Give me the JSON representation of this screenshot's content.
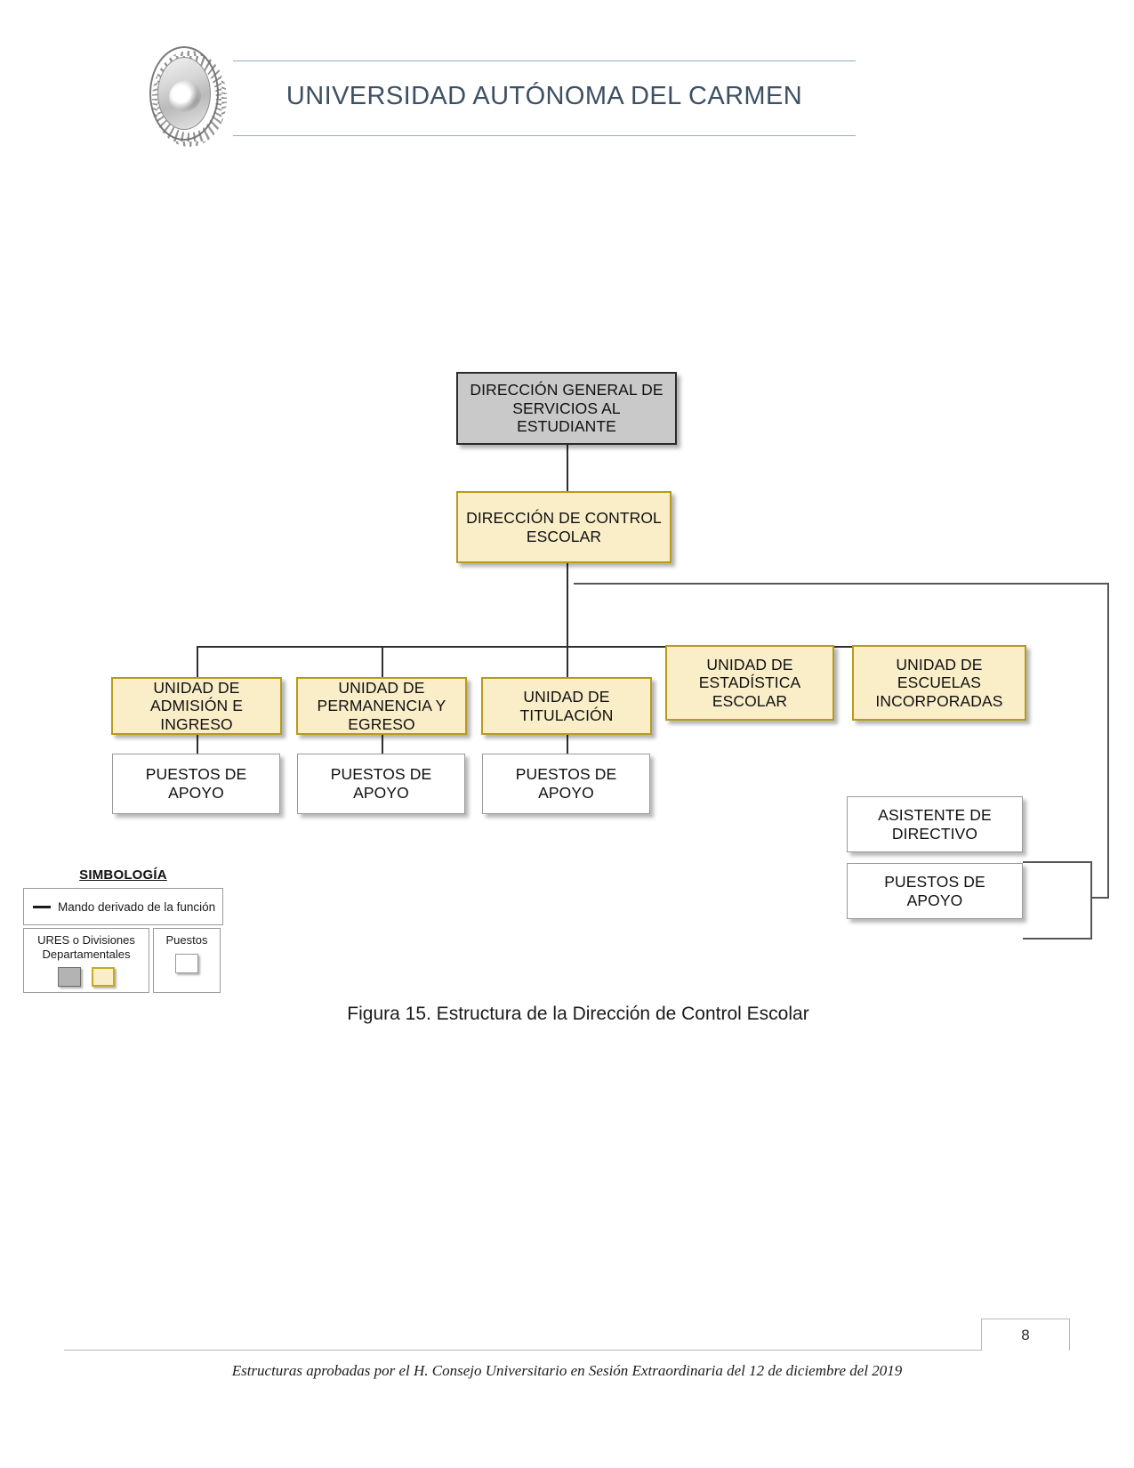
{
  "header": {
    "title": "UNIVERSIDAD AUTÓNOMA DEL CARMEN",
    "seal_icon": "university-seal-icon"
  },
  "chart_data": {
    "type": "diagram",
    "title": "Figura 15. Estructura de la Dirección de Control Escolar",
    "nodes": [
      {
        "id": "dgse",
        "label": "DIRECCIÓN GENERAL DE SERVICIOS AL ESTUDIANTE",
        "style": "gray",
        "level": 0
      },
      {
        "id": "dce",
        "label": "DIRECCIÓN DE CONTROL ESCOLAR",
        "style": "cream",
        "level": 1
      },
      {
        "id": "admision",
        "label": "UNIDAD DE ADMISIÓN E INGRESO",
        "style": "cream",
        "level": 2
      },
      {
        "id": "permanencia",
        "label": "UNIDAD DE PERMANENCIA Y EGRESO",
        "style": "cream",
        "level": 2
      },
      {
        "id": "titulacion",
        "label": "UNIDAD DE TITULACIÓN",
        "style": "cream",
        "level": 2
      },
      {
        "id": "estadistica",
        "label": "UNIDAD DE ESTADÍSTICA ESCOLAR",
        "style": "cream",
        "level": 2
      },
      {
        "id": "escuelas",
        "label": "UNIDAD DE ESCUELAS INCORPORADAS",
        "style": "cream",
        "level": 2
      },
      {
        "id": "apoyo1",
        "label": "PUESTOS DE APOYO",
        "style": "white",
        "level": 3
      },
      {
        "id": "apoyo2",
        "label": "PUESTOS DE APOYO",
        "style": "white",
        "level": 3
      },
      {
        "id": "apoyo3",
        "label": "PUESTOS DE APOYO",
        "style": "white",
        "level": 3
      },
      {
        "id": "asistente",
        "label": "ASISTENTE DE DIRECTIVO",
        "style": "white",
        "level": 3
      },
      {
        "id": "apoyo4",
        "label": "PUESTOS DE APOYO",
        "style": "white",
        "level": 3
      }
    ],
    "edges": [
      {
        "from": "dgse",
        "to": "dce"
      },
      {
        "from": "dce",
        "to": "admision"
      },
      {
        "from": "dce",
        "to": "permanencia"
      },
      {
        "from": "dce",
        "to": "titulacion"
      },
      {
        "from": "dce",
        "to": "estadistica"
      },
      {
        "from": "dce",
        "to": "escuelas"
      },
      {
        "from": "admision",
        "to": "apoyo1"
      },
      {
        "from": "permanencia",
        "to": "apoyo2"
      },
      {
        "from": "titulacion",
        "to": "apoyo3"
      },
      {
        "from": "dce",
        "to": "asistente"
      },
      {
        "from": "asistente",
        "to": "apoyo4"
      }
    ],
    "colors": {
      "gray_node_fill": "#c9c9c9",
      "gray_node_border": "#2b2b2b",
      "cream_node_fill": "#faeec8",
      "cream_node_border": "#b79a1e",
      "white_node_fill": "#ffffff",
      "white_node_border": "#9a9a9a",
      "connector": "#2f2f2f",
      "header_accent": "#8fafc6",
      "header_title": "#3d5063"
    }
  },
  "nodes": {
    "dgse": {
      "line1": "DIRECCIÓN GENERAL DE",
      "line2": "SERVICIOS AL ESTUDIANTE"
    },
    "dce": {
      "line1": "DIRECCIÓN DE CONTROL",
      "line2": "ESCOLAR"
    },
    "admision": {
      "line1": "UNIDAD DE",
      "line2": "ADMISIÓN E",
      "line3": "INGRESO"
    },
    "permanencia": {
      "line1": "UNIDAD DE",
      "line2": "PERMANENCIA Y",
      "line3": "EGRESO"
    },
    "titulacion": {
      "line1": "UNIDAD DE",
      "line2": "TITULACIÓN"
    },
    "estadistica": {
      "line1": "UNIDAD DE",
      "line2": "ESTADÍSTICA",
      "line3": "ESCOLAR"
    },
    "escuelas": {
      "line1": "UNIDAD DE",
      "line2": "ESCUELAS",
      "line3": "INCORPORADAS"
    },
    "apoyo1": {
      "line1": "PUESTOS DE",
      "line2": "APOYO"
    },
    "apoyo2": {
      "line1": "PUESTOS DE",
      "line2": "APOYO"
    },
    "apoyo3": {
      "line1": "PUESTOS DE",
      "line2": "APOYO"
    },
    "asistente": {
      "line1": "ASISTENTE DE",
      "line2": "DIRECTIVO"
    },
    "apoyo4": {
      "line1": "PUESTOS DE",
      "line2": "APOYO"
    }
  },
  "legend": {
    "title": "SIMBOLOGÍA",
    "line_label": "Mando derivado de la función",
    "ures_label_line1": "URES o Divisiones",
    "ures_label_line2": "Departamentales",
    "puestos_label": "Puestos",
    "swatches": [
      "gray-swatch",
      "cream-swatch",
      "white-swatch"
    ]
  },
  "caption": "Figura 15. Estructura de la Dirección de Control Escolar",
  "footer": {
    "page_number": "8",
    "note": "Estructuras aprobadas por el H. Consejo Universitario en Sesión Extraordinaria del 12 de diciembre del 2019"
  }
}
